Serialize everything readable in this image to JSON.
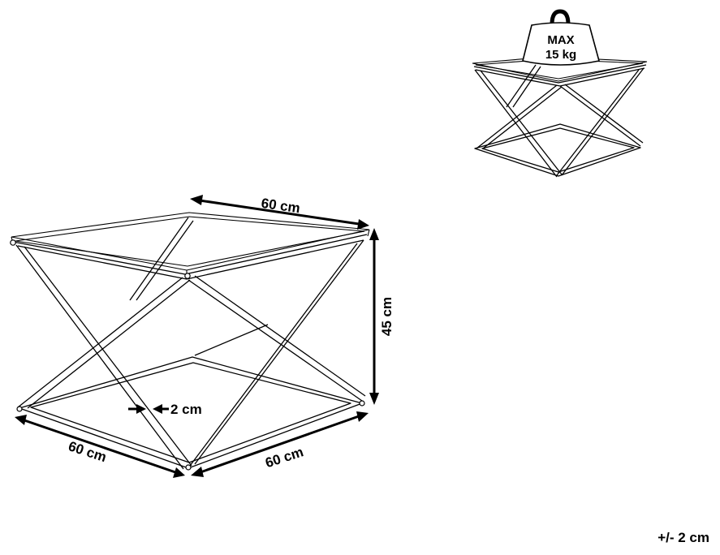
{
  "dimensions": {
    "top_width": "60 cm",
    "height": "45 cm",
    "leg_thickness": "2 cm",
    "base_depth": "60 cm",
    "base_width": "60 cm"
  },
  "weight_limit": {
    "line1": "MAX",
    "line2": "15 kg"
  },
  "tolerance": "+/- 2 cm"
}
